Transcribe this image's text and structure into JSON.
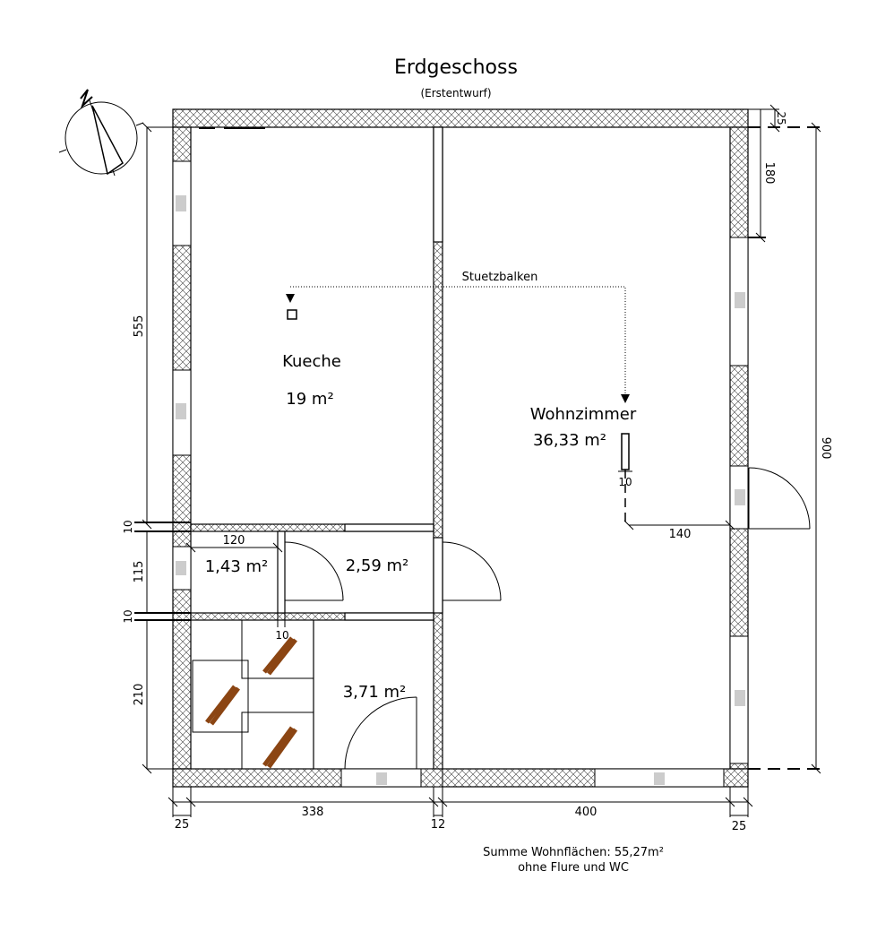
{
  "title": "Erdgeschoss",
  "subtitle": "(Erstentwurf)",
  "north_label": "N",
  "rooms": {
    "kitchen_name": "Kueche",
    "kitchen_area": "19 m²",
    "living_name": "Wohnzimmer",
    "living_area": "36,33 m²",
    "small1_area": "1,43 m²",
    "small2_area": "2,59 m²",
    "stair_room_area": "3,71 m²"
  },
  "beam_label": "Stuetzbalken",
  "dimensions": {
    "top_right_thickness": "25",
    "top_right_depth": "180",
    "right_total": "900",
    "left_kitchen": "555",
    "left_wall_a": "10",
    "left_small": "115",
    "left_wall_b": "10",
    "left_stair": "210",
    "small_room_width": "120",
    "column_10": "10",
    "beam_offset_10": "10",
    "beam_offset_140": "140",
    "bottom_left_wall": "25",
    "bottom_left_width": "338",
    "bottom_mid_wall": "12",
    "bottom_right_width": "400",
    "bottom_right_wall": "25"
  },
  "summary": {
    "line1": "Summe Wohnflächen: 55,27m²",
    "line2": "ohne Flure und WC"
  },
  "colors": {
    "wall_hatch": "#000000",
    "stairs": "#8b4513",
    "window_glass": "#cccccc"
  }
}
